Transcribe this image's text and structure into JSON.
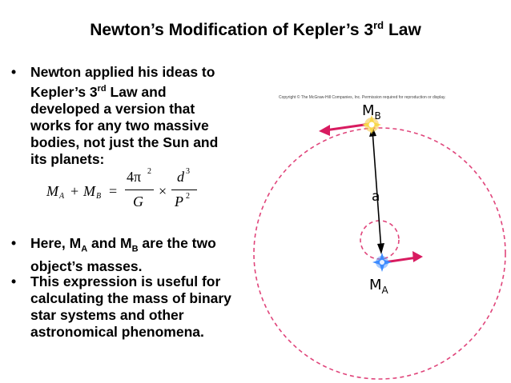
{
  "title": {
    "main": "Newton’s Modification of Kepler’s 3",
    "sup": "rd",
    "end": " Law"
  },
  "bullet1": {
    "line1": "Newton applied his ideas to",
    "line2a": "Kepler’s 3",
    "line2sup": "rd",
    "line2b": " Law and",
    "line3": "developed a version that",
    "line4": "works for any two massive",
    "line5": "bodies, not just the Sun and",
    "line6": "its planets:"
  },
  "formula": {
    "m": "M",
    "sub_a": "A",
    "sub_b": "B",
    "plus": "+",
    "eq": "=",
    "num1": "4π",
    "num1sup": "2",
    "den1": "G",
    "times": "×",
    "num2": "d",
    "num2sup": "3",
    "den2": "P",
    "den2sup": "2"
  },
  "bullet2": {
    "a": "Here, M",
    "suba": "A",
    "b": " and M",
    "subb": "B",
    "c": " are the two",
    "line2": "object’s masses."
  },
  "bullet3": {
    "line1": "This expression is useful for",
    "line2": "calculating the mass of binary",
    "line3": "star systems and other",
    "line4": "astronomical phenomena."
  },
  "diagram": {
    "copyright": "Copyright © The McGraw-Hill Companies, Inc. Permission required for reproduction or display.",
    "label_mb": "M",
    "label_mb_sub": "B",
    "label_ma": "M",
    "label_ma_sub": "A",
    "label_a": "a"
  },
  "colors": {
    "orbit": "#e0457b",
    "arrow": "#d81b60",
    "star_b": "#f5c542",
    "star_a": "#3d8bff"
  }
}
